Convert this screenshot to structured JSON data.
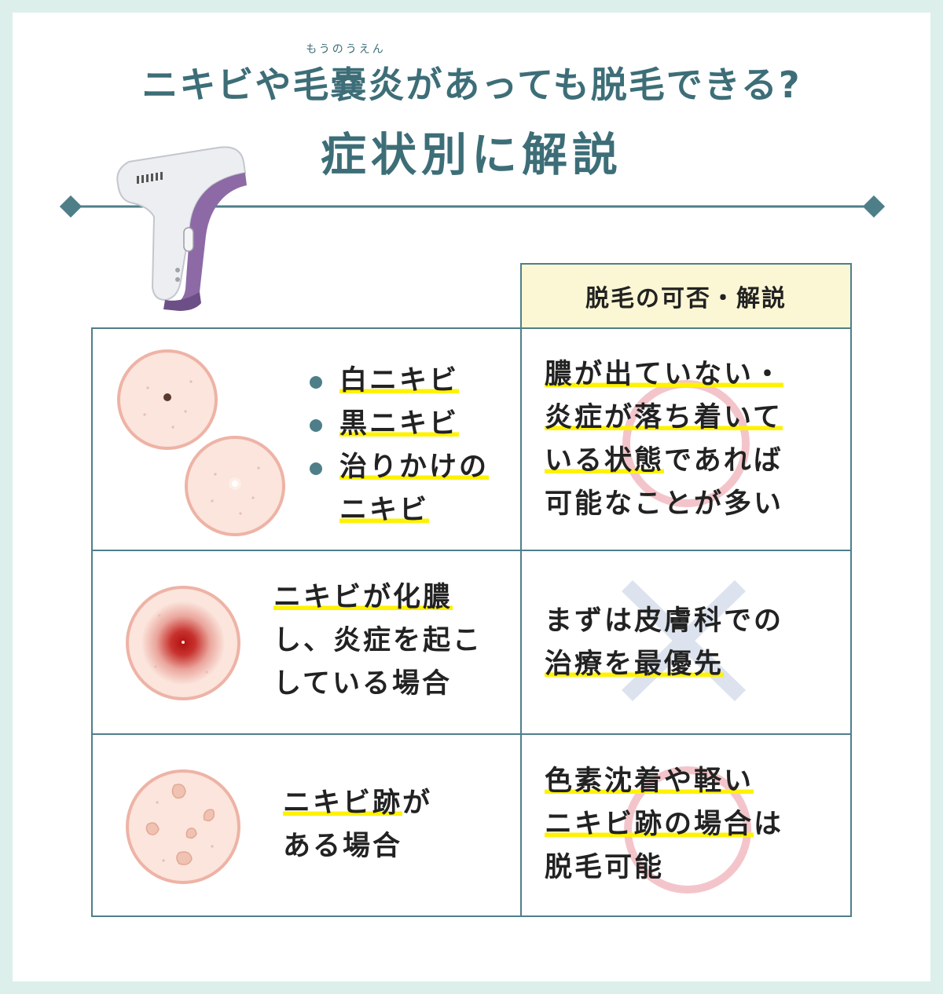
{
  "header": {
    "ruby": "もうのうえん",
    "title_line1": "ニキビや毛嚢炎があっても脱毛できる?",
    "title_line2": "症状別に解説"
  },
  "table": {
    "column_header": "脱毛の可否・解説",
    "rows": [
      {
        "symptom_items": [
          {
            "line1": "白ニキビ"
          },
          {
            "line1": "黒ニキビ"
          },
          {
            "line1": "治りかけの",
            "line2": "ニキビ"
          }
        ],
        "verdict_icon": "circle-ok-icon",
        "explanation_lines": [
          "膿が出ていない・",
          "炎症が落ち着いて",
          "いる状態",
          "であれば",
          "可能なことが多い"
        ]
      },
      {
        "symptom_lines": [
          "ニキビが化膿",
          "し、炎症を起こ",
          "している場合"
        ],
        "verdict_icon": "cross-ng-icon",
        "explanation_lines": [
          "まずは皮膚科での",
          "治療を最優先"
        ]
      },
      {
        "symptom_lines": [
          "ニキビ跡",
          "が",
          "ある場合"
        ],
        "verdict_icon": "circle-ok-icon",
        "explanation_lines": [
          "色素沈着や軽い",
          "ニキビ跡の場合",
          "は",
          "脱毛可能"
        ]
      }
    ]
  },
  "colors": {
    "background": "#dcefeb",
    "title": "#3d6e78",
    "border": "#4e7f89",
    "header_fill": "#fbf7d4",
    "highlight": "#fff200",
    "skin": "#fbe5dc",
    "skin_border": "#eeb3a6",
    "circle_mark": "#f3c5cb",
    "cross_mark": "#dde3ee",
    "device_purple": "#8d6aa6"
  }
}
